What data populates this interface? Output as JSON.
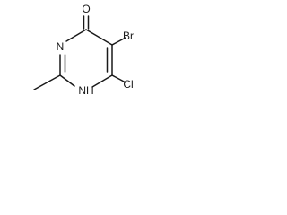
{
  "molecule": {
    "atoms": {
      "o": "O",
      "br": "Br",
      "cl": "Cl",
      "n_top": "N",
      "n_bottom": "NH"
    }
  }
}
